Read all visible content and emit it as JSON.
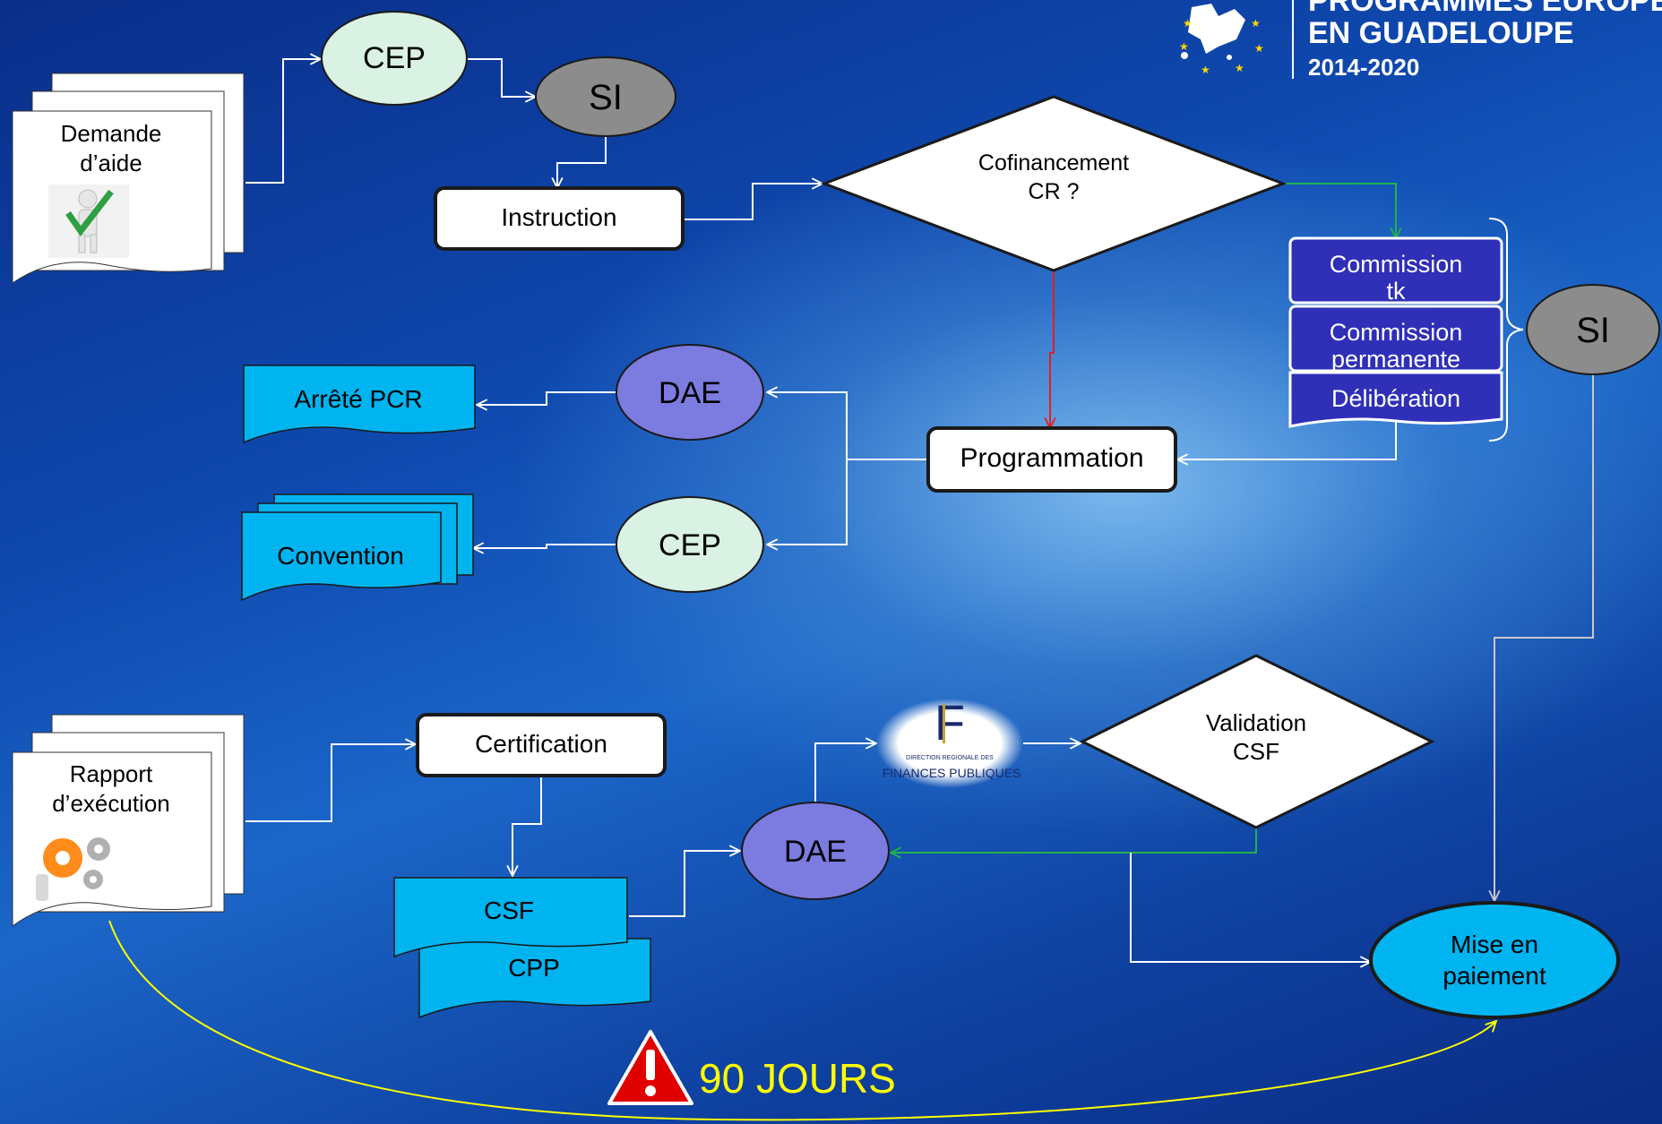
{
  "logo": {
    "line1": "PROGRAMMES EUROPÉENS",
    "line2": "EN GUADELOUPE",
    "line3": "2014-2020"
  },
  "nodes": {
    "demande_line1": "Demande",
    "demande_line2": "d’aide",
    "cep_top": "CEP",
    "si_top": "SI",
    "instruction": "Instruction",
    "cofinancement_line1": "Cofinancement",
    "cofinancement_line2": "CR ?",
    "commission_tk_line1": "Commission",
    "commission_tk_line2": "tk",
    "commission_perm_line1": "Commission",
    "commission_perm_line2": "permanente",
    "deliberation": "Délibération",
    "si_right": "SI",
    "dae_top": "DAE",
    "cep_mid": "CEP",
    "arrete": "Arrêté PCR",
    "convention": "Convention",
    "programmation": "Programmation",
    "rapport_line1": "Rapport",
    "rapport_line2": "d’exécution",
    "certification": "Certification",
    "csf": "CSF",
    "cpp": "CPP",
    "dae_bottom": "DAE",
    "dgfip_small": "DIRECTION REGIONALE DES",
    "dgfip_text": "FINANCES PUBLIQUES",
    "validation_line1": "Validation",
    "validation_line2": "CSF",
    "mise_line1": "Mise en",
    "mise_line2": "paiement",
    "delay": "90 JOURS"
  },
  "colors": {
    "cep_fill": "#d9f2e3",
    "si_fill": "#8c8c8c",
    "dae_fill": "#7b7be0",
    "doc_cyan": "#00b4f0",
    "commission_fill": "#2f2fb8",
    "flow_line": "#ffffff",
    "green_line": "#22b14c",
    "red_line": "#e02020",
    "gray_line": "#c8c8c8",
    "yellow_line": "#ffff00",
    "warning": "#e00000"
  },
  "icons": [
    "person-check-icon",
    "gears-icon",
    "warning-icon",
    "dgfip-logo",
    "guadeloupe-map-icon"
  ]
}
